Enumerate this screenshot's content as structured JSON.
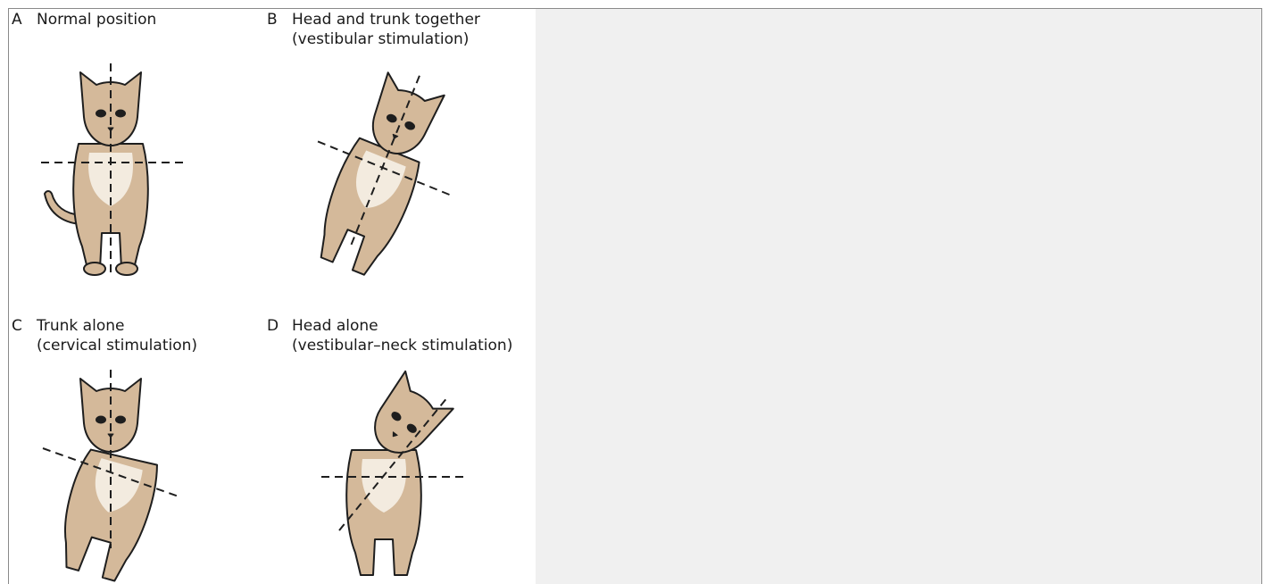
{
  "panels": [
    {
      "letter": "A",
      "title": "Normal position",
      "subtitle": ""
    },
    {
      "letter": "B",
      "title": "Head and trunk together",
      "subtitle": "(vestibular stimulation)"
    },
    {
      "letter": "C",
      "title": "Trunk alone",
      "subtitle": "(cervical stimulation)"
    },
    {
      "letter": "D",
      "title": "Head alone",
      "subtitle": "(vestibular–neck stimulation)"
    }
  ],
  "colors": {
    "fur": "#d4b99a",
    "fur_dark": "#c9aa86",
    "chest": "#f3ebdf",
    "outline": "#1e1e1e",
    "viewer_bg": "#f0f0f0"
  }
}
